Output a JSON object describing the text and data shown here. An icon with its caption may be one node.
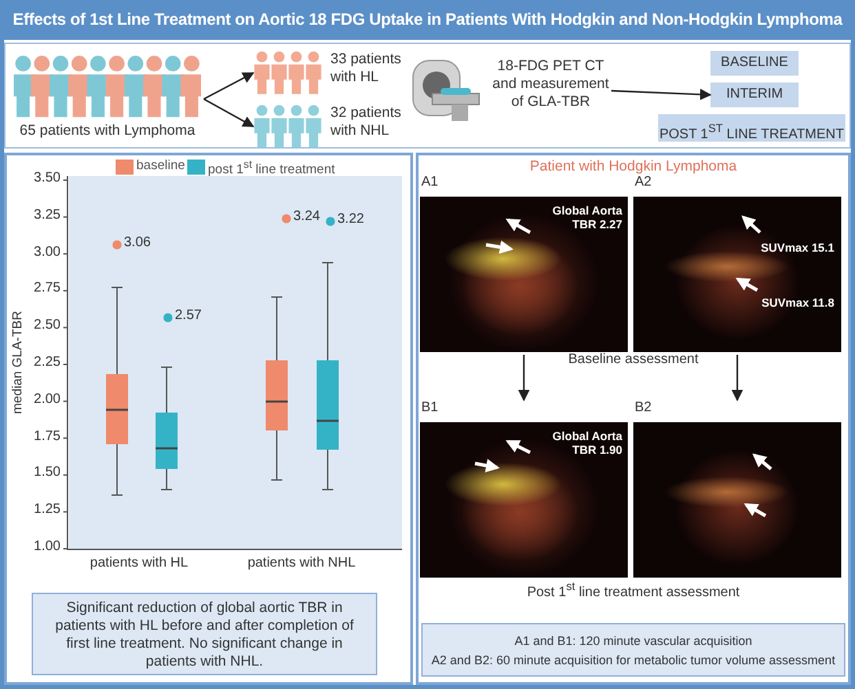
{
  "diagram": {
    "title": "Effects of 1st Line Treatment on Aortic 18 FDG Uptake in Patients With Hodgkin and Non-Hodgkin Lymphoma",
    "nodes": [
      {
        "text": [
          "65 patients with Lymphoma"
        ]
      },
      {
        "text": [
          "33 patients with HL"
        ]
      },
      {
        "text": [
          "32 patients with NHL"
        ]
      },
      {
        "text": [
          "18-FDG PET CT and measurement of GLA-TBR"
        ]
      },
      {
        "text": [
          "BASELINE"
        ]
      },
      {
        "text": [
          "INTERIM"
        ]
      },
      {
        "text": [
          "POST 1$^{ST}$ LINE TREATMENT"
        ]
      },
      {
        "text": [
          "Significant reduction of global aortic TBR in patients with HL before and after completion of first line treatment. No significant change in patients with NHL."
        ]
      },
      {
        "text": [
          "Patient with Hodgkin Lymphoma"
        ]
      },
      {
        "text": [
          "A1",
          "Global Aorta TBR 2.27"
        ],
        "in": 8
      },
      {
        "text": [
          "A2",
          "SUVmax 15.1",
          "SUVmax 11.8"
        ],
        "in": 8
      },
      {
        "text": [
          "B1",
          "Global Aorta TBR 1.90"
        ],
        "in": 8
      },
      {
        "text": [
          "B2"
        ],
        "in": 8
      },
      {
        "text": [
          "A1 and B1: 120 minute vascular acquisition",
          "A2 and B2: 60 minute acquisition for metabolic tumor volume assessment"
        ],
        "in": 8
      }
    ],
    "edges": [
      {
        "from": 0,
        "to": 1,
        "arrow": "to"
      },
      {
        "from": 0,
        "to": 2,
        "arrow": "to"
      },
      {
        "from": 3,
        "to": 5,
        "arrow": "to"
      },
      {
        "from": 9,
        "to": 11,
        "arrow": "to"
      },
      {
        "from": 10,
        "to": 12,
        "arrow": "to"
      }
    ],
    "labels": [
      "3.50",
      "3.25",
      "3.00",
      "2.75",
      "2.50",
      "2.25",
      "2.00",
      "1.75",
      "1.50",
      "1.25",
      "1.00",
      "median GLA-TBR",
      "3.06",
      "2.57",
      "3.24",
      "3.22",
      "patients with HL",
      "patients with NHL",
      "Baseline assessment",
      "Post 1$^{st}$ line treatment assessment"
    ],
    "legend": [
      {
        "text": "baseline",
        "color": "#ef8a6c"
      },
      {
        "text": "post 1$^{st}$ line treatment",
        "color": "#35b3c6"
      }
    ]
  }
}
